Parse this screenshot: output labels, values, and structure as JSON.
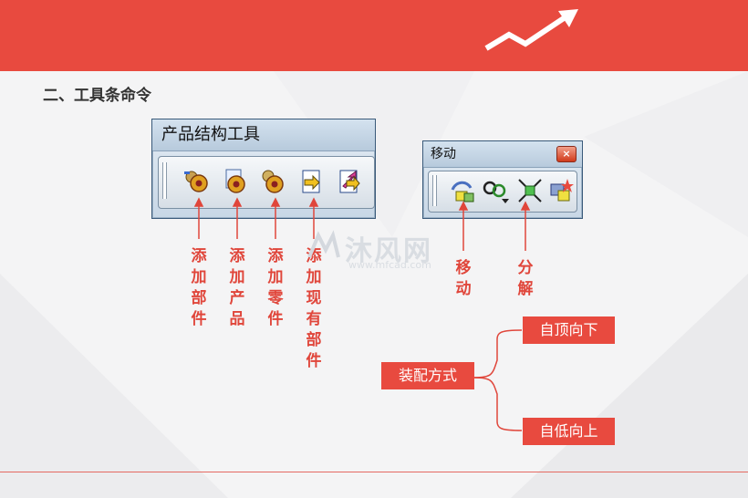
{
  "page": {
    "section_title": "二、工具条命令"
  },
  "colors": {
    "accent": "#e84a3f",
    "label": "#e0463b",
    "toolbar_border": "#3a5a7a"
  },
  "product_toolbar": {
    "title": "产品结构工具",
    "buttons": [
      {
        "icon": "add-component-icon",
        "label": "添\n加\n部\n件"
      },
      {
        "icon": "add-product-icon",
        "label": "添\n加\n产\n品"
      },
      {
        "icon": "add-part-icon",
        "label": "添\n加\n零\n件"
      },
      {
        "icon": "add-existing-component-icon",
        "label": "添\n加\n现\n有\n部\n件"
      },
      {
        "icon": "add-existing-with-positioning-icon"
      }
    ]
  },
  "move_toolbar": {
    "title": "移动",
    "close_label": "×",
    "buttons": [
      {
        "icon": "manipulate-icon",
        "label": "移\n动"
      },
      {
        "icon": "snap-dropdown-icon"
      },
      {
        "icon": "explode-icon",
        "label": "分\n解"
      },
      {
        "icon": "stop-manipulate-icon"
      }
    ]
  },
  "assembly": {
    "root": "装配方式",
    "branches": [
      "自顶向下",
      "自低向上"
    ]
  },
  "watermark": {
    "brand": "沐风网",
    "url": "www.mfcad.com"
  }
}
